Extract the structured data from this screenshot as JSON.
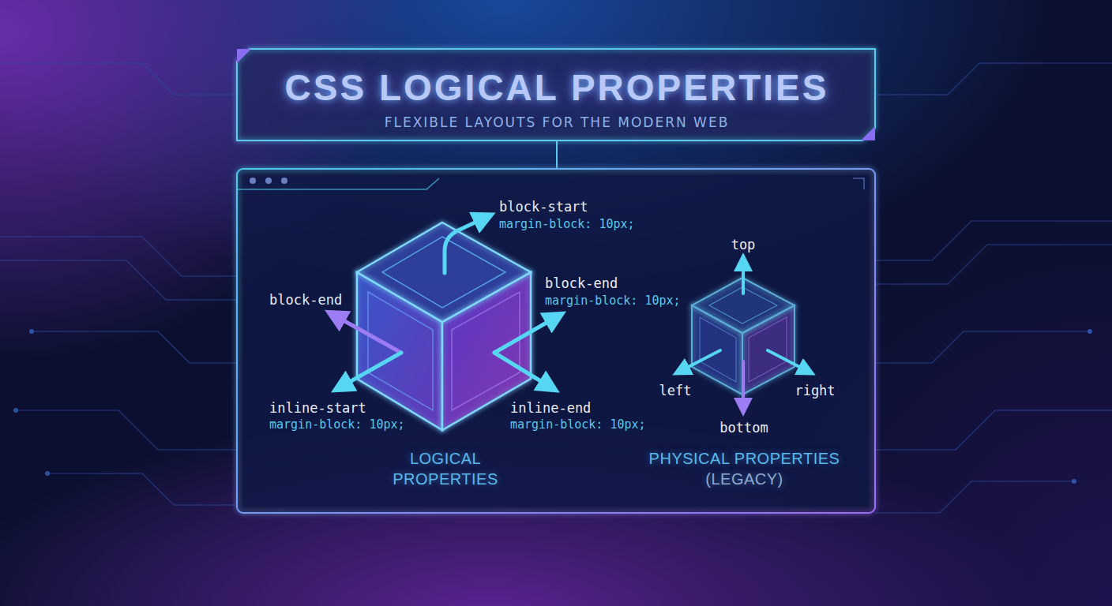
{
  "diagram": {
    "title": "CSS LOGICAL PROPERTIES",
    "nodes": [
      {
        "text": [
          "LOGICAL PROPERTIES"
        ]
      },
      {
        "text": [
          "PHYSICAL PROPERTIES",
          "(LEGACY)"
        ]
      }
    ],
    "labels": [
      "FLEXIBLE LAYOUTS FOR THE MODERN WEB",
      "block-start",
      "margin-block: 10px;",
      "block-end",
      "block-end",
      "margin-block: 10px;",
      "inline-start",
      "margin-block: 10px;",
      "inline-end",
      "margin-block: 10px;",
      "top",
      "left",
      "right",
      "bottom"
    ]
  }
}
